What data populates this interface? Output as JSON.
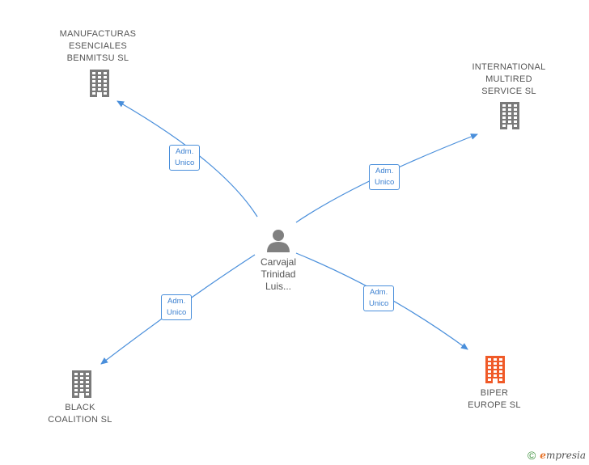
{
  "center": {
    "name": "Carvajal\nTrinidad\nLuis...",
    "icon": "person-icon",
    "color": "#808080"
  },
  "companies": [
    {
      "id": "manufacturas",
      "name": "MANUFACTURAS\nESENCIALES\nBENMITSU  SL",
      "icon": "building-icon",
      "color": "#7a7a7a",
      "edge_label": "Adm.\nUnico"
    },
    {
      "id": "international",
      "name": "INTERNATIONAL\nMULTIRED\nSERVICE  SL",
      "icon": "building-icon",
      "color": "#7a7a7a",
      "edge_label": "Adm.\nUnico"
    },
    {
      "id": "black",
      "name": "BLACK\nCOALITION  SL",
      "icon": "building-icon",
      "color": "#7a7a7a",
      "edge_label": "Adm.\nUnico"
    },
    {
      "id": "biper",
      "name": "BIPER\nEUROPE  SL",
      "icon": "building-icon",
      "color": "#f05a28",
      "edge_label": "Adm.\nUnico"
    }
  ],
  "edge_color": "#4a8fdb",
  "brand": {
    "copyright": "©",
    "initial": "e",
    "name": "mpresia"
  }
}
